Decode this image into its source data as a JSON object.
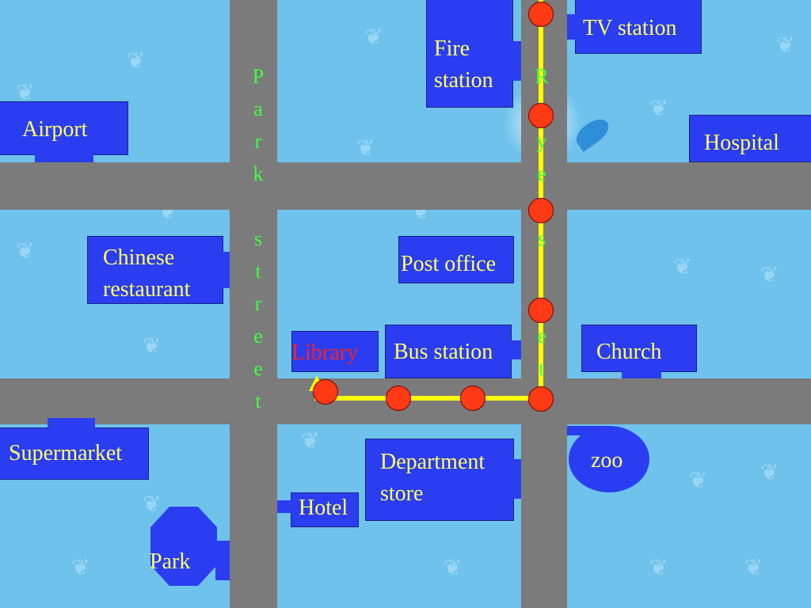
{
  "colors": {
    "background": "#6ec2ec",
    "road": "#7b7b7b",
    "building": "#2b3df0",
    "label": "#ffff66",
    "park_street_text": "#40ff40",
    "river_street_text": "#40ff40",
    "highlight_label": "#ff2020",
    "route": "#ffff00",
    "stop": "#ff3a14"
  },
  "streets": {
    "park": "P\na\nr\nk\n\ns\nt\nr\ne\ne\nt",
    "river": "R\n\ny\ne\n\ns\n\n\ne\nt"
  },
  "places": {
    "fire_station": "Fire\nstation",
    "tv_station": "TV station",
    "airport": "Airport",
    "hospital": "Hospital",
    "chinese_restaurant": "Chinese\nrestaurant",
    "post_office": "Post office",
    "library": "Library",
    "bus_station": "Bus station",
    "church": "Church",
    "supermarket": "Supermarket",
    "department_store": "Department\nstore",
    "zoo": "zoo",
    "hotel": "Hotel",
    "park": "Park"
  },
  "icons": {
    "decoration": "leaf-icon",
    "route_end": "arrow-up-icon"
  }
}
